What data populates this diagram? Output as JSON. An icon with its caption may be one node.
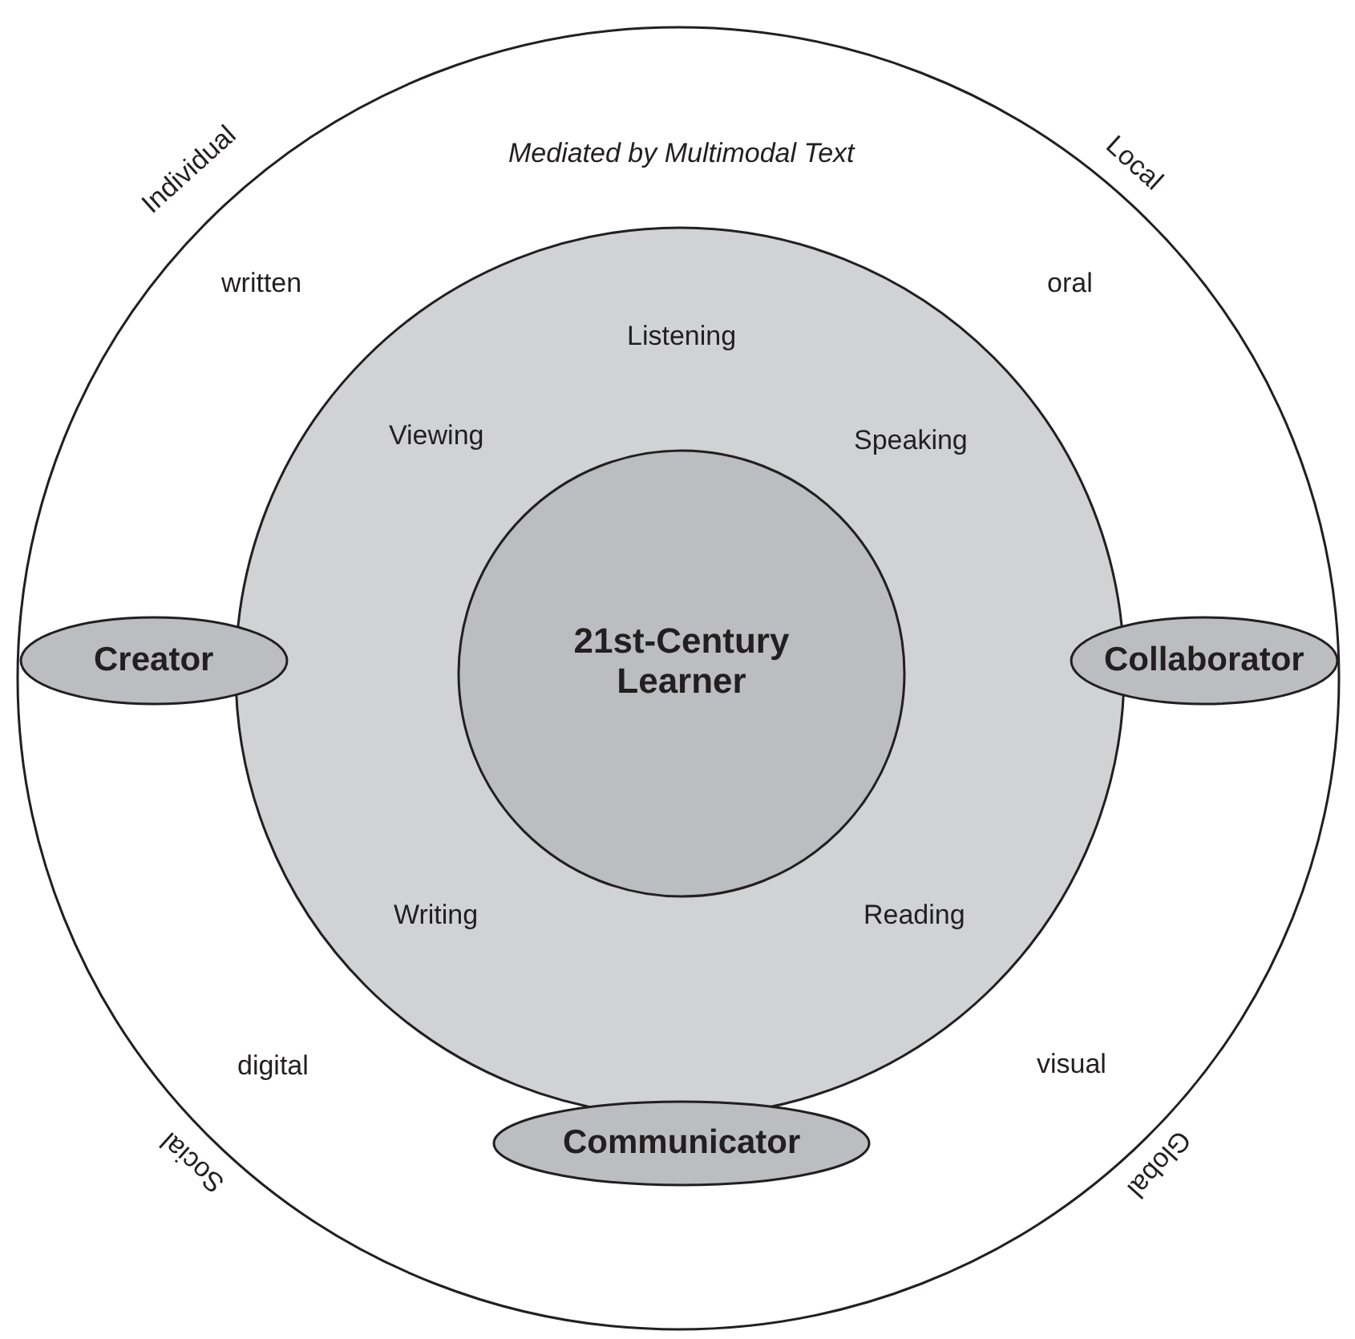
{
  "diagram": {
    "nodes": [
      {
        "text": [
          "Mediated by Multimodal Text",
          "Individual",
          "Local",
          "written",
          "oral",
          "digital",
          "visual",
          "Social",
          "Global"
        ]
      },
      {
        "text": [
          "Listening",
          "Viewing",
          "Speaking",
          "Writing",
          "Reading"
        ],
        "in": 0
      },
      {
        "text": [
          "21st-Century Learner"
        ],
        "in": 1
      },
      {
        "text": [
          "Creator"
        ],
        "in": 0
      },
      {
        "text": [
          "Collaborator"
        ],
        "in": 0
      },
      {
        "text": [
          "Communicator"
        ],
        "in": 0
      }
    ]
  }
}
